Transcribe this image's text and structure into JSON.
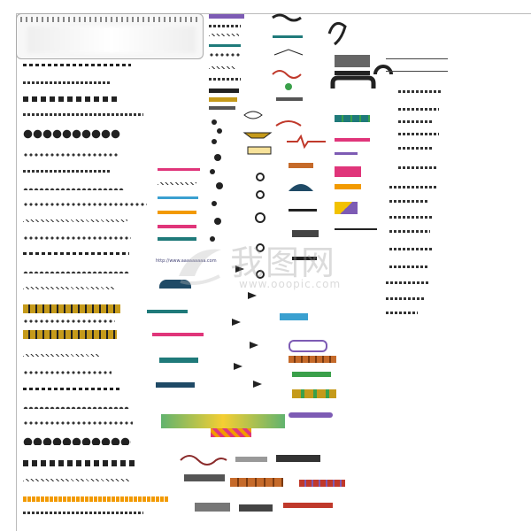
{
  "watermark": {
    "chinese": "我图网",
    "url": "www.ooopic.com"
  },
  "tiny_url": "http://www.aaaaaaaaa.com",
  "colors": {
    "gold": "#c59a1a",
    "pink": "#e0357a",
    "teal": "#1f7a7a",
    "purple": "#7d5bb4",
    "orange": "#f29a00",
    "green": "#3aa04a"
  },
  "icons": [
    "vine-ornament-icon",
    "scroll-ornament-icon",
    "butterfly-icon",
    "bird-icon",
    "horseshoe-icon"
  ]
}
